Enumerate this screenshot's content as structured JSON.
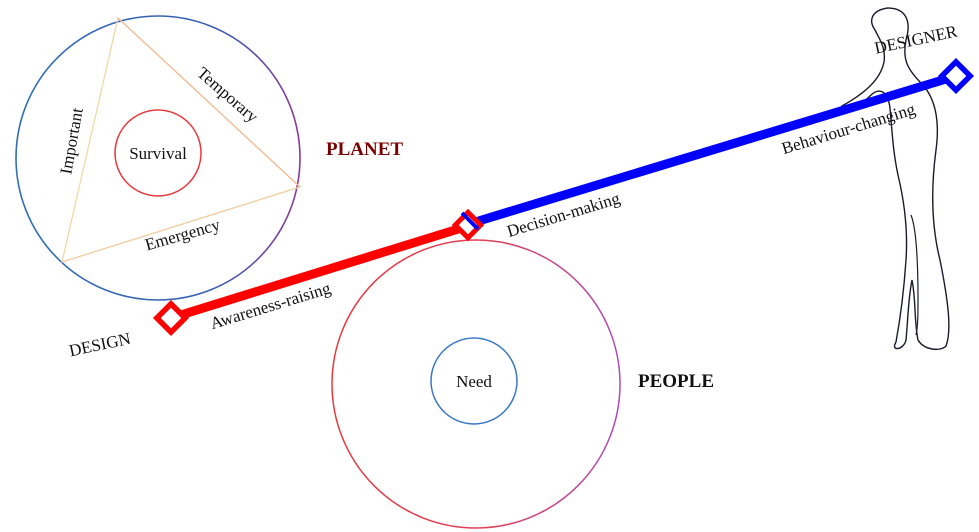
{
  "labels": {
    "survival": "Survival",
    "important": "Important",
    "temporary": "Temporary",
    "emergency": "Emergency",
    "planet": "PLANET",
    "need": "Need",
    "people": "PEOPLE",
    "design": "DESIGN",
    "designer": "DESIGNER",
    "awareness_raising": "Awareness-raising",
    "decision_making": "Decision-making",
    "behaviour_changing": "Behaviour-changing"
  },
  "colors": {
    "red": "#ff0000",
    "blue": "#0000ff",
    "dark_red": "#7a0000",
    "planet_circle": "#3a5fb0",
    "planet_circle_right": "#7a3a9a",
    "survival_circle": "#e8383b",
    "people_circle": "#e84a5a",
    "need_circle": "#3a78c8",
    "triangle": "#f0d9a8",
    "figure_outline": "#1a1a2e"
  }
}
